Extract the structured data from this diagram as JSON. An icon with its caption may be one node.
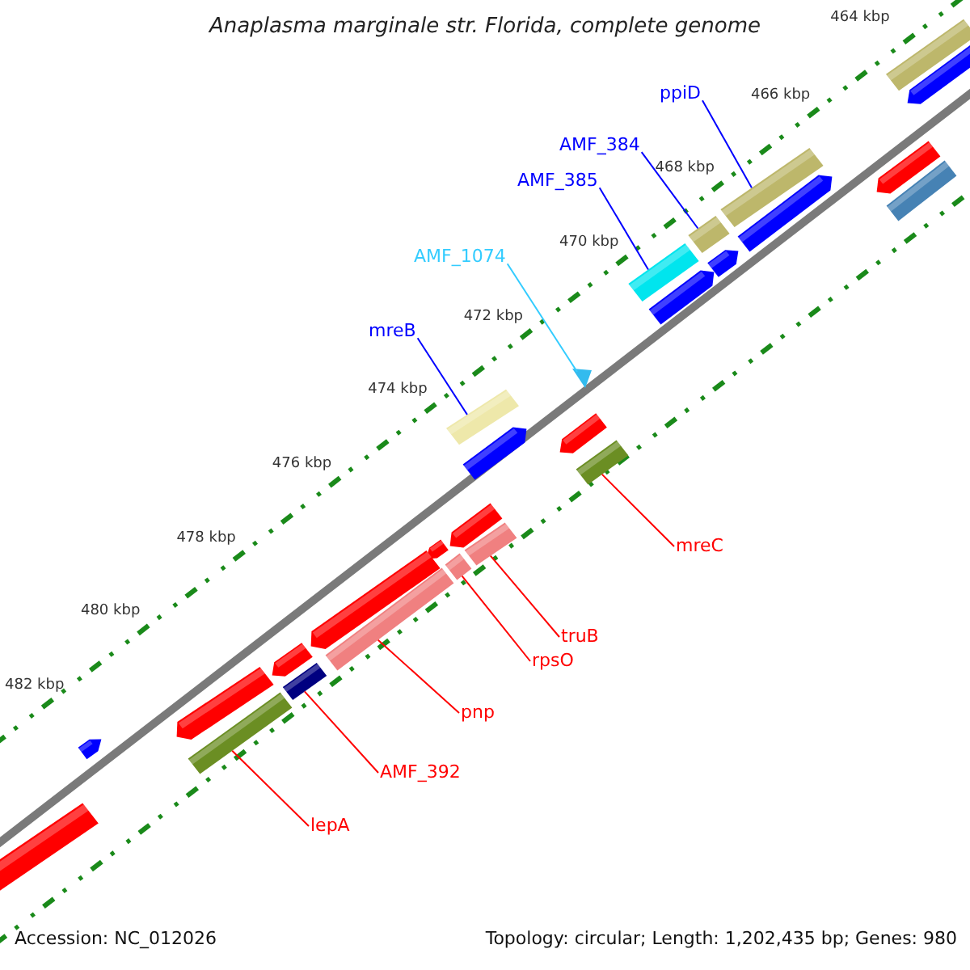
{
  "diagram": {
    "title": "Anaplasma marginale str. Florida, complete genome",
    "nodes": [
      {
        "text": [
          "ppiD"
        ]
      },
      {
        "text": [
          "AMF_384"
        ]
      },
      {
        "text": [
          "AMF_385"
        ]
      },
      {
        "text": [
          "AMF_1074"
        ]
      },
      {
        "text": [
          "mreB"
        ]
      },
      {
        "text": [
          "mreC"
        ]
      },
      {
        "text": [
          "truB"
        ]
      },
      {
        "text": [
          "rpsO"
        ]
      },
      {
        "text": [
          "pnp"
        ]
      },
      {
        "text": [
          "AMF_392"
        ]
      },
      {
        "text": [
          "lepA"
        ]
      },
      {
        "text": [],
        "shape": "bar"
      },
      {
        "text": [],
        "shape": "bar"
      },
      {
        "text": [],
        "shape": "bar"
      },
      {
        "text": [],
        "shape": "triangle"
      },
      {
        "text": [],
        "shape": "bar"
      },
      {
        "text": [],
        "shape": "bar"
      },
      {
        "text": [],
        "shape": "bar"
      },
      {
        "text": [],
        "shape": "bar"
      },
      {
        "text": [],
        "shape": "bar"
      },
      {
        "text": [],
        "shape": "bar"
      },
      {
        "text": [],
        "shape": "bar"
      },
      {
        "text": [],
        "shape": "bar"
      }
    ],
    "edges": [
      {
        "from": 0,
        "to": 11,
        "arrow": "none",
        "color": "#0000ff"
      },
      {
        "from": 1,
        "to": 12,
        "arrow": "none",
        "color": "#0000ff"
      },
      {
        "from": 2,
        "to": 13,
        "arrow": "none",
        "color": "#0000ff"
      },
      {
        "from": 3,
        "to": 14,
        "arrow": "none",
        "color": "#33ccff"
      },
      {
        "from": 4,
        "to": 15,
        "arrow": "none",
        "color": "#0000ff"
      },
      {
        "from": 5,
        "to": 16,
        "arrow": "none"
      },
      {
        "from": 6,
        "to": 17,
        "arrow": "none"
      },
      {
        "from": 7,
        "to": 18,
        "arrow": "none"
      },
      {
        "from": 8,
        "to": 19,
        "arrow": "none"
      },
      {
        "from": 9,
        "to": 20,
        "arrow": "none"
      },
      {
        "from": 10,
        "to": 21,
        "arrow": "none"
      }
    ],
    "labels": [
      "464 kbp",
      "466 kbp",
      "468 kbp",
      "470 kbp",
      "472 kbp",
      "474 kbp",
      "476 kbp",
      "478 kbp",
      "480 kbp",
      "482 kbp",
      "Accession: NC_012026",
      "Topology: circular; Length: 1,202,435 bp; Genes: 980"
    ]
  }
}
